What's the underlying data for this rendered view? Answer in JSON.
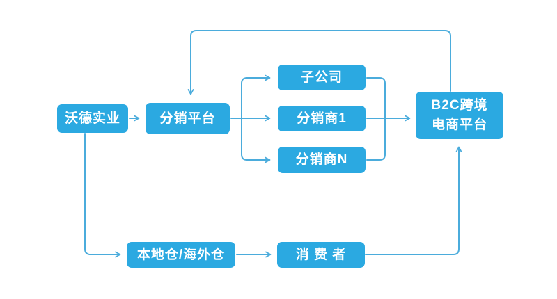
{
  "diagram": {
    "background": "#ffffff",
    "colors": {
      "node_fill": "#2BA9E1",
      "node_text": "#ffffff",
      "connector": "#4BACDC"
    },
    "nodes": [
      {
        "id": "wode-industry",
        "label": "沃德实业"
      },
      {
        "id": "distribution-platform",
        "label": "分销平台"
      },
      {
        "id": "subsidiary",
        "label": "子公司"
      },
      {
        "id": "distributor-1",
        "label": "分销商1"
      },
      {
        "id": "distributor-n",
        "label": "分销商N"
      },
      {
        "id": "b2c-platform",
        "label": "B2C跨境\n电商平台"
      },
      {
        "id": "warehouse",
        "label": "本地仓/海外仓"
      },
      {
        "id": "consumer",
        "label": "消 费 者"
      }
    ],
    "edges": [
      {
        "from": "wode-industry",
        "to": "distribution-platform"
      },
      {
        "from": "distribution-platform",
        "to": "subsidiary"
      },
      {
        "from": "distribution-platform",
        "to": "distributor-1"
      },
      {
        "from": "distribution-platform",
        "to": "distributor-n"
      },
      {
        "from": "subsidiary",
        "to": "b2c-platform"
      },
      {
        "from": "distributor-1",
        "to": "b2c-platform"
      },
      {
        "from": "distributor-n",
        "to": "b2c-platform"
      },
      {
        "from": "b2c-platform",
        "to": "distribution-platform"
      },
      {
        "from": "wode-industry",
        "to": "warehouse"
      },
      {
        "from": "warehouse",
        "to": "consumer"
      },
      {
        "from": "consumer",
        "to": "b2c-platform"
      }
    ]
  }
}
